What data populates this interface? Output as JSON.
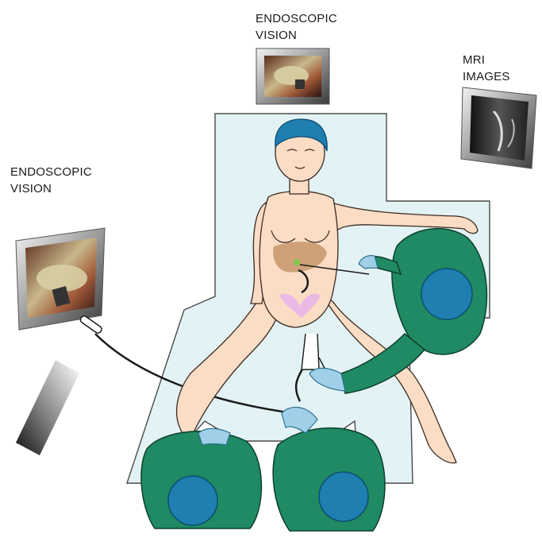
{
  "labels": {
    "endoscopic_top": [
      "ENDOSCOPIC",
      "VISION"
    ],
    "mri": [
      "MRI",
      "IMAGES"
    ],
    "endoscopic_left": [
      "ENDOSCOPIC",
      "VISION"
    ]
  },
  "colors": {
    "table": "#e3f2f4",
    "table_outline": "#4a4a4a",
    "skin": "#fbdcc4",
    "skin_outline": "#3a2a20",
    "scrubs": "#1f8a63",
    "cap": "#1e7fb0",
    "glove": "#9fd0e8",
    "liver": "#c99a70",
    "uterus": "#e9b6e8",
    "screen_frame": "#888888"
  }
}
